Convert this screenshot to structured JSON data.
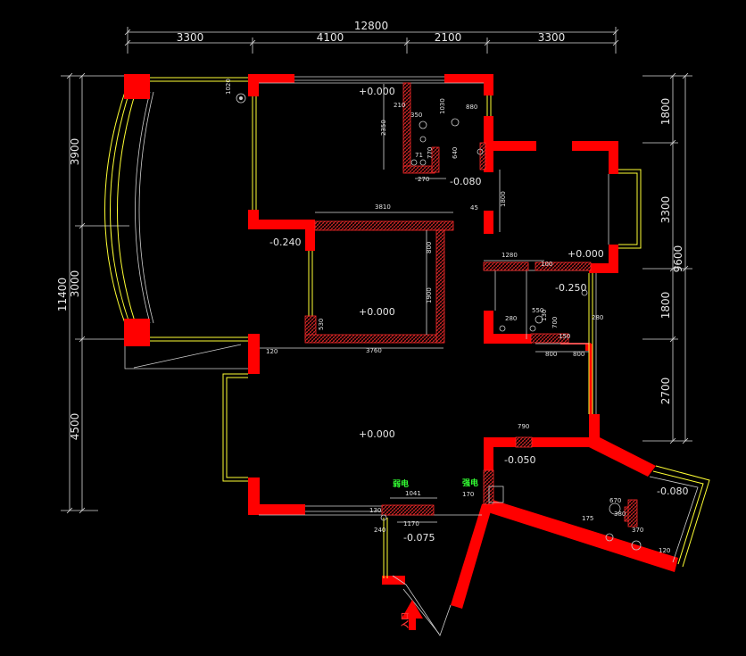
{
  "overall": {
    "top_total": "12800",
    "top_segments": [
      "3300",
      "4100",
      "2100",
      "3300"
    ],
    "left_total": "11400",
    "left_segments": [
      "3900",
      "3000",
      "4500"
    ],
    "right_total": "9600",
    "right_segments": [
      "1800",
      "3300",
      "1800",
      "2700"
    ]
  },
  "levels": {
    "l1": "+0.000",
    "l2": "-0.080",
    "l3": "-0.240",
    "l4": "+0.000",
    "l5": "+0.000",
    "l6": "-0.250",
    "l7": "+0.000",
    "l8": "-0.050",
    "l9": "-0.080",
    "l10": "-0.075"
  },
  "small_dims": {
    "d1": "1020",
    "d2": "210",
    "d3": "1030",
    "d4": "880",
    "d5": "350",
    "d6": "2350",
    "d7": "770",
    "d8": "71",
    "d9": "640",
    "d10": "270",
    "d11": "1800",
    "d12": "45",
    "d13": "3810",
    "d14": "800",
    "d15": "1900",
    "d16": "530",
    "d17": "3760",
    "d18": "120",
    "d19": "1280",
    "d20": "100",
    "d21": "550",
    "d22": "280",
    "d23": "280",
    "d24": "800",
    "d25": "800",
    "d26": "790",
    "d27": "1041",
    "d28": "170",
    "d29": "130",
    "d30": "1170",
    "d31": "240",
    "d32": "670",
    "d33": "175",
    "d34": "380",
    "d35": "370",
    "d36": "120",
    "d37": "700",
    "d38": "130",
    "d39": "150"
  },
  "labels": {
    "weak_electric": "弱电",
    "strong_electric": "强电",
    "entrance": "入口"
  },
  "colors": {
    "wall": "#ff0000",
    "window": "#ffff33",
    "dimension": "#d9d9d9",
    "label_green": "#33ff33",
    "background": "#000000"
  }
}
